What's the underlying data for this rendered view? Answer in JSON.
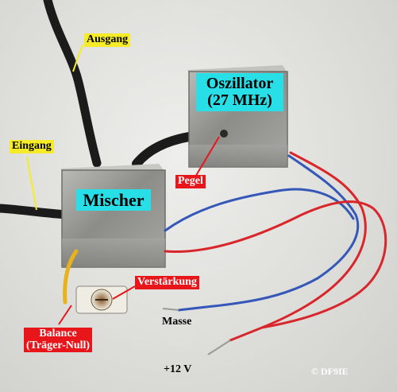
{
  "labels": {
    "ausgang": "Ausgang",
    "eingang": "Eingang",
    "mischer": "Mischer",
    "oszillator_line1": "Oszillator",
    "oszillator_line2": "(27 MHz)",
    "pegel": "Pegel",
    "verstaerkung": "Verstärkung",
    "balance_line1": "Balance",
    "balance_line2": "(Träger-Null)",
    "masse": "Masse",
    "plus12v": "+12 V",
    "copyright": "© DF9IE"
  },
  "colors": {
    "label_yellow": "#f5ec27",
    "label_red": "#e8151b",
    "label_cyan": "#28dfe8",
    "wire_red": "#d9262b",
    "wire_blue": "#3557b8",
    "cable_black": "#1b1b1b",
    "metal": "#9a9a96"
  }
}
